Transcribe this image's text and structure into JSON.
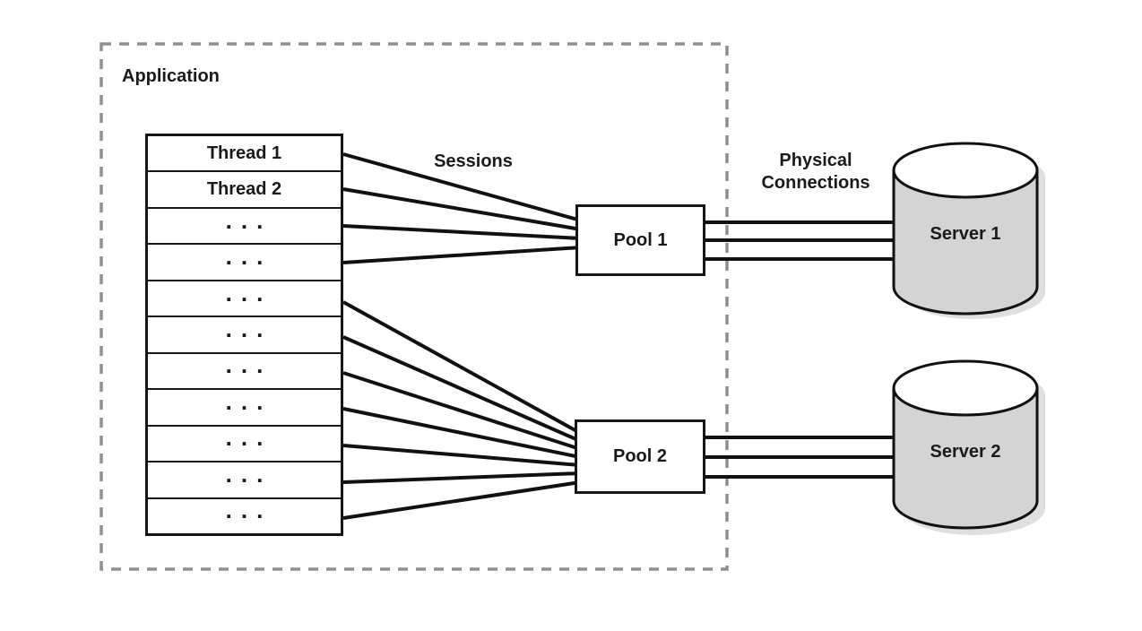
{
  "application": {
    "label": "Application",
    "threads": [
      {
        "label": "Thread 1"
      },
      {
        "label": "Thread 2"
      },
      {
        "label": "..."
      },
      {
        "label": "..."
      },
      {
        "label": "..."
      },
      {
        "label": "..."
      },
      {
        "label": "..."
      },
      {
        "label": "..."
      },
      {
        "label": "..."
      },
      {
        "label": "..."
      },
      {
        "label": "..."
      }
    ]
  },
  "labels": {
    "sessions": "Sessions",
    "physical_connections": "Physical Connections"
  },
  "pools": [
    {
      "label": "Pool 1"
    },
    {
      "label": "Pool 2"
    }
  ],
  "servers": [
    {
      "label": "Server 1"
    },
    {
      "label": "Server 2"
    }
  ],
  "connections": {
    "sessions_to_pool1": 4,
    "sessions_to_pool2": 7,
    "physical_pool1_to_server1": 3,
    "physical_pool2_to_server2": 3
  },
  "colors": {
    "line": "#111111",
    "boundary_dash": "#8f8f8f",
    "box_border": "#161616",
    "box_fill": "#ffffff",
    "cylinder_fill": "#d4d4d4",
    "cylinder_top_fill": "#ffffff",
    "cylinder_shadow": "#c9c9c9",
    "text": "#1a1a1a",
    "background": "#ffffff"
  }
}
